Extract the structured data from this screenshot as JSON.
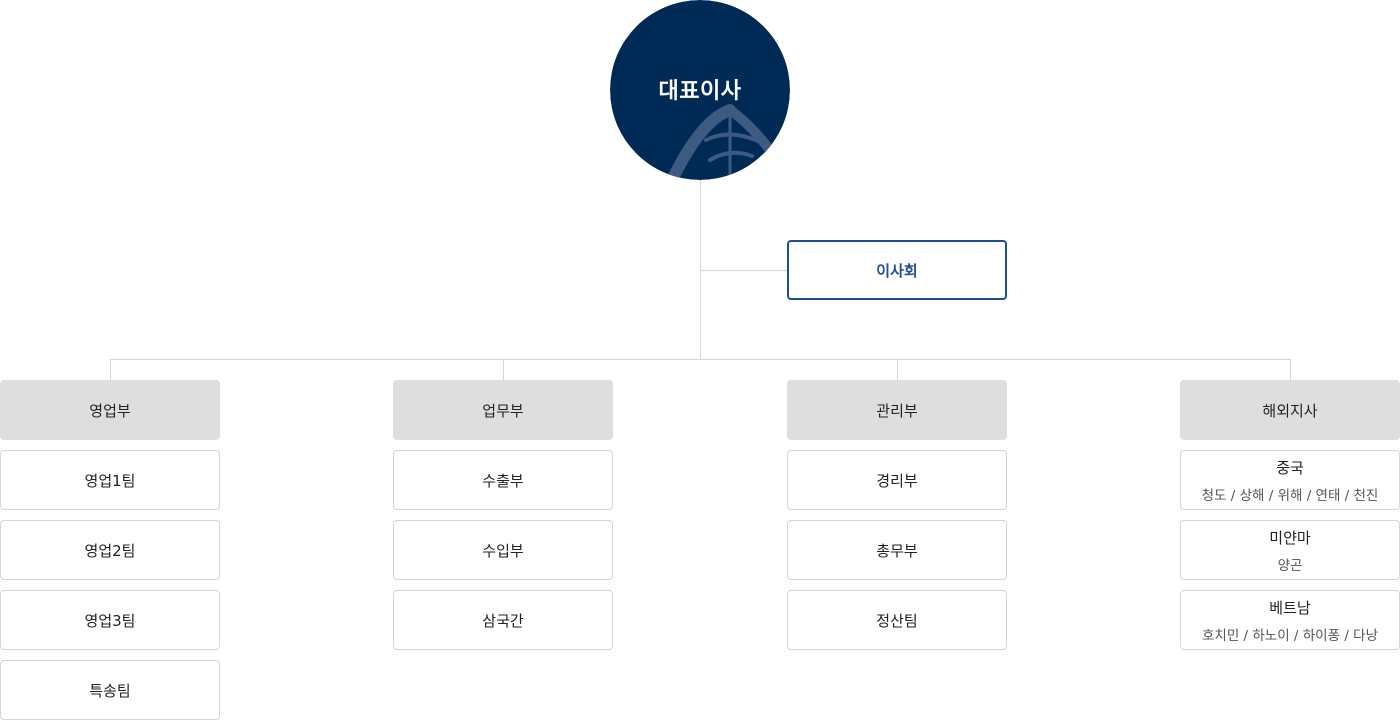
{
  "colors": {
    "ceo_fill": "#002a56",
    "board_border": "#1e4f96",
    "dept_fill": "#dedede",
    "connector": "#d6d6d6"
  },
  "ceo": {
    "label": "대표이사"
  },
  "board": {
    "label": "이사회"
  },
  "departments": [
    {
      "label": "영업부",
      "teams": [
        {
          "name": "영업1팀"
        },
        {
          "name": "영업2팀"
        },
        {
          "name": "영업3팀"
        },
        {
          "name": "특송팀"
        }
      ]
    },
    {
      "label": "업무부",
      "teams": [
        {
          "name": "수출부"
        },
        {
          "name": "수입부"
        },
        {
          "name": "삼국간"
        }
      ]
    },
    {
      "label": "관리부",
      "teams": [
        {
          "name": "경리부"
        },
        {
          "name": "총무부"
        },
        {
          "name": "정산팀"
        }
      ]
    },
    {
      "label": "해외지사",
      "teams": [
        {
          "name": "중국",
          "cities": "청도 / 상해 / 위해 / 연태 / 천진"
        },
        {
          "name": "미얀마",
          "cities": "양곤"
        },
        {
          "name": "베트남",
          "cities": "호치민 / 하노이 / 하이퐁 / 다낭"
        }
      ]
    }
  ]
}
